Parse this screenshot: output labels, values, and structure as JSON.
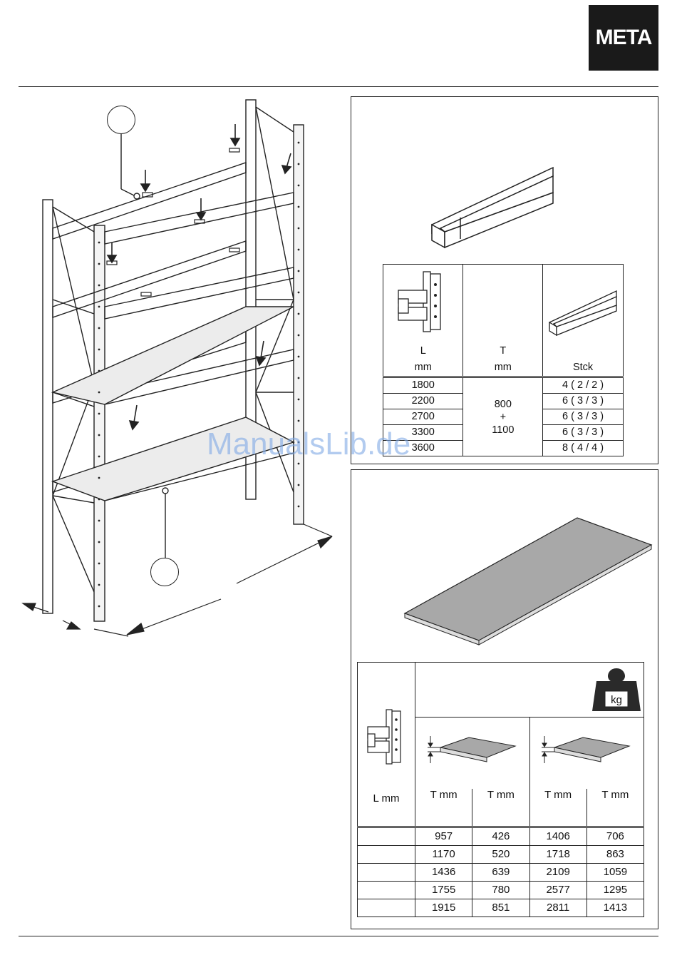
{
  "brand": {
    "logo_text": "META"
  },
  "watermark": "ManualsLib.de",
  "beam_table": {
    "col1": {
      "line1": "L",
      "line2": "mm"
    },
    "col2": {
      "line1": "T",
      "line2": "mm"
    },
    "col3": {
      "line1": "Stck"
    },
    "rows": [
      {
        "l": "1800",
        "stck": "4 ( 2 / 2 )"
      },
      {
        "l": "2200",
        "stck": "6 ( 3 / 3 )"
      },
      {
        "l": "2700",
        "stck": "6 ( 3 / 3 )"
      },
      {
        "l": "3300",
        "stck": "6 ( 3 / 3 )"
      },
      {
        "l": "3600",
        "stck": "8 ( 4 / 4 )"
      }
    ],
    "depth": {
      "a": "800",
      "plus": "+",
      "b": "1100"
    }
  },
  "load_table": {
    "weight_icon_label": "kg",
    "headers": [
      "L mm",
      "T mm",
      "T mm",
      "T mm",
      "T mm"
    ],
    "rows": [
      [
        "",
        "957",
        "426",
        "1406",
        "706"
      ],
      [
        "",
        "1170",
        "520",
        "1718",
        "863"
      ],
      [
        "",
        "1436",
        "639",
        "2109",
        "1059"
      ],
      [
        "",
        "1755",
        "780",
        "2577",
        "1295"
      ],
      [
        "",
        "1915",
        "851",
        "2811",
        "1413"
      ]
    ]
  }
}
